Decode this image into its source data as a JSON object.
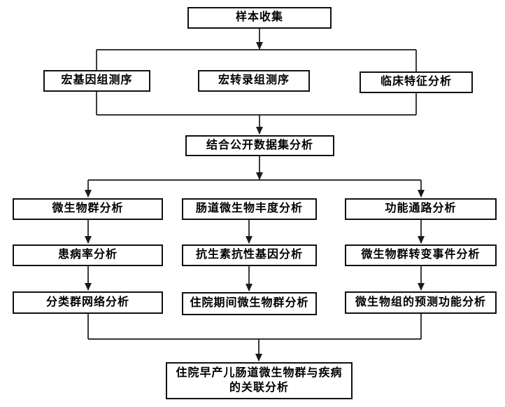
{
  "diagram": {
    "type": "flowchart",
    "language": "zh-CN",
    "colors": {
      "background": "#ffffff",
      "box_border": "#111111",
      "box_fill": "#ffffff",
      "connector": "#1a1a1a",
      "text": "#000000"
    },
    "nodes": {
      "sample_collection": {
        "label": "样本收集"
      },
      "metagenomic_sequencing": {
        "label": "宏基因组测序"
      },
      "metatranscriptomic_sequencing": {
        "label": "宏转录组测序"
      },
      "clinical_feature_analysis": {
        "label": "临床特征分析"
      },
      "public_dataset_analysis": {
        "label": "结合公开数据集分析"
      },
      "microbiome_analysis": {
        "label": "微生物群分析"
      },
      "gut_abundance_analysis": {
        "label": "肠道微生物丰度分析"
      },
      "functional_pathway_analysis": {
        "label": "功能通路分析"
      },
      "prevalence_analysis": {
        "label": "患病率分析"
      },
      "antibiotic_resistance_gene_analysis": {
        "label": "抗生素抗性基因分析"
      },
      "microbiome_transition_event_analysis": {
        "label": "微生物群转变事件分析"
      },
      "taxa_network_analysis": {
        "label": "分类群网络分析"
      },
      "hospitalization_microbiome_analysis": {
        "label": "住院期间微生物群分析"
      },
      "predicted_function_analysis": {
        "label": "微生物组的预测功能分析"
      },
      "final_association_analysis": {
        "label": "住院早产儿肠道微生物群与疾病的关联分析",
        "line1": "住院早产儿肠道微生物群与疾病",
        "line2": "的关联分析"
      }
    },
    "edges": [
      "样本收集 -> (宏基因组测序, 宏转录组测序, 临床特征分析)",
      "(宏基因组测序, 宏转录组测序, 临床特征分析) -> 结合公开数据集分析",
      "结合公开数据集分析 -> (微生物群分析, 肠道微生物丰度分析, 功能通路分析)",
      "微生物群分析 -> 患病率分析 -> 分类群网络分析",
      "肠道微生物丰度分析 -> 抗生素抗性基因分析 -> 住院期间微生物群分析",
      "功能通路分析 -> 微生物群转变事件分析 -> 微生物组的预测功能分析",
      "(分类群网络分析, 住院期间微生物群分析, 微生物组的预测功能分析) -> 住院早产儿肠道微生物群与疾病的关联分析"
    ]
  }
}
